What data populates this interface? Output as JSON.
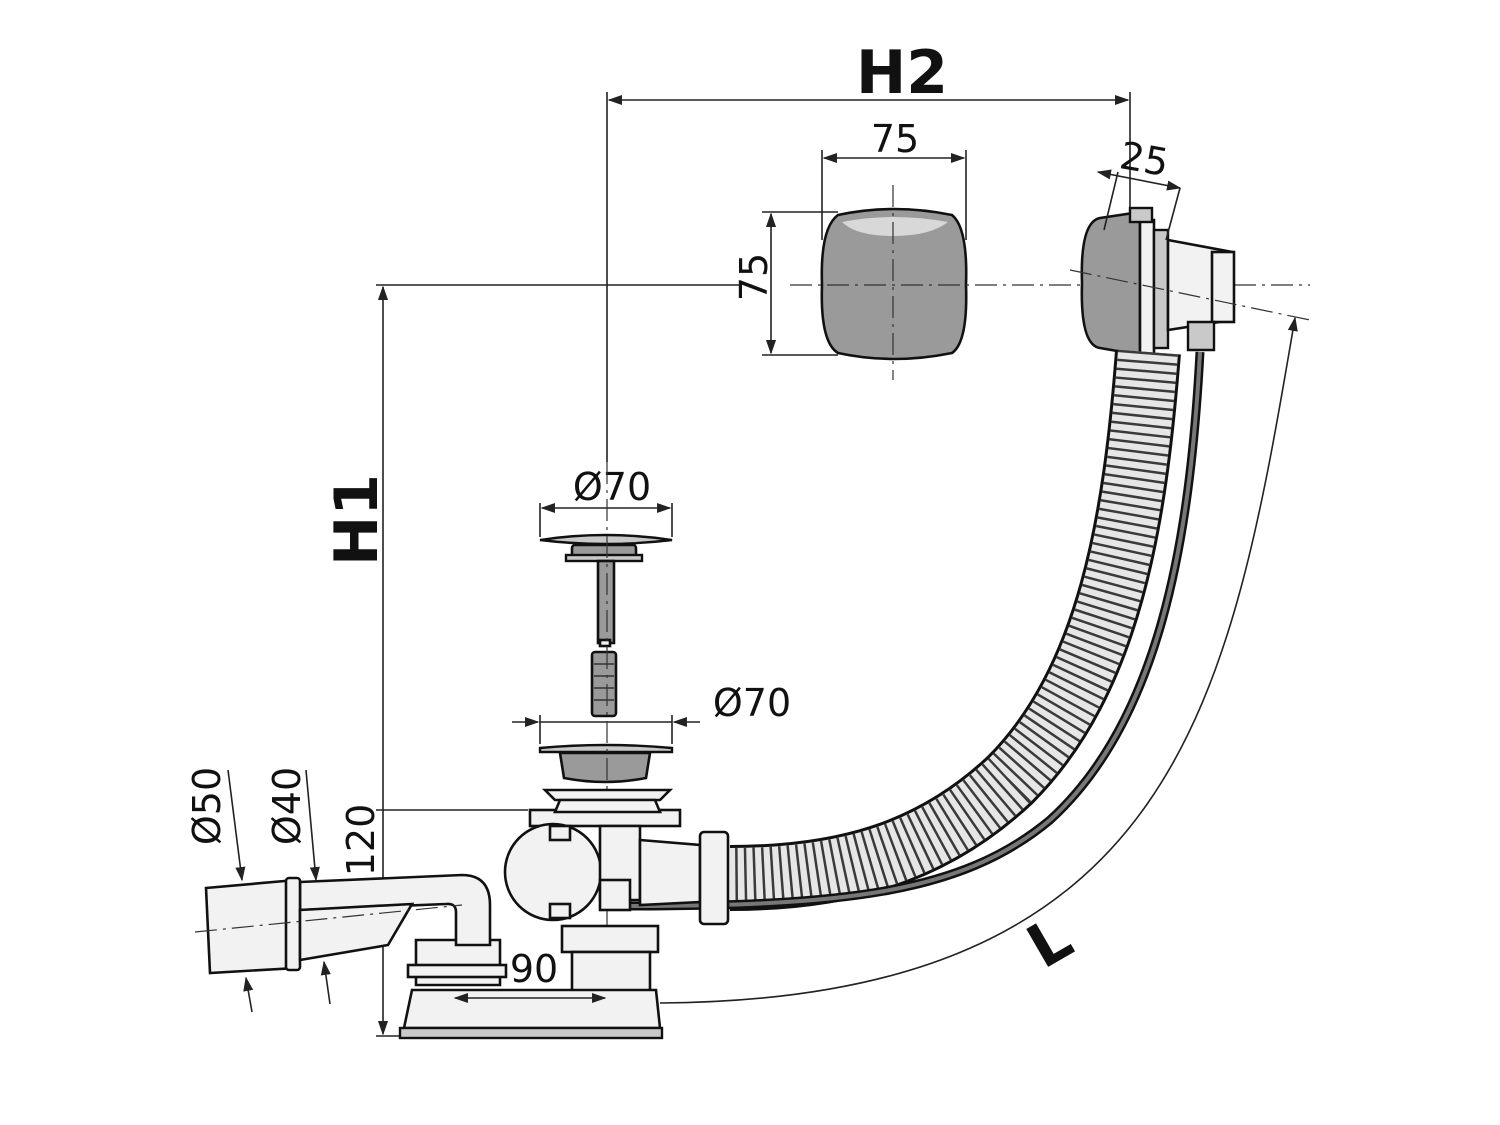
{
  "labels": {
    "h2": "H2",
    "h1": "H1",
    "l": "L",
    "cap_width": "75",
    "cap_height": "75",
    "overflow_depth": "25",
    "plug_diameter": "Ø70",
    "waste_diameter": "Ø70",
    "outlet_50": "Ø50",
    "outlet_40": "Ø40",
    "trap_height": "120",
    "trap_offset": "90"
  },
  "colors": {
    "line": "#111111",
    "chrome": "#9a9a9a",
    "part_fill": "#f2f2f2"
  }
}
